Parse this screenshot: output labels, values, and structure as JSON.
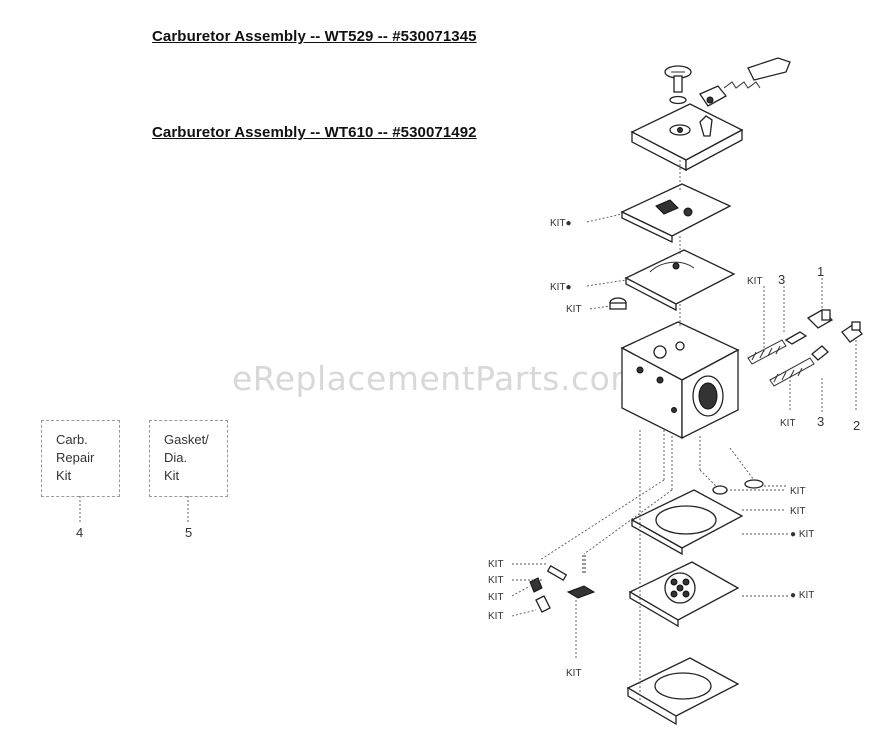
{
  "titles": {
    "wt529": "Carburetor Assembly -- WT529 -- #530071345",
    "wt610": "Carburetor Assembly -- WT610 -- #530071492"
  },
  "kit_boxes": [
    {
      "lines": [
        "Carb.",
        "Repair",
        "Kit"
      ],
      "number": "4"
    },
    {
      "lines": [
        "Gasket/",
        "Dia.",
        "Kit"
      ],
      "number": "5"
    }
  ],
  "watermark": "eReplacementParts.com",
  "callouts": {
    "kit": "KIT",
    "kit_dot": "KIT●",
    "dot_kit": "● KIT",
    "ref_1": "1",
    "ref_2": "2",
    "ref_3": "3"
  }
}
